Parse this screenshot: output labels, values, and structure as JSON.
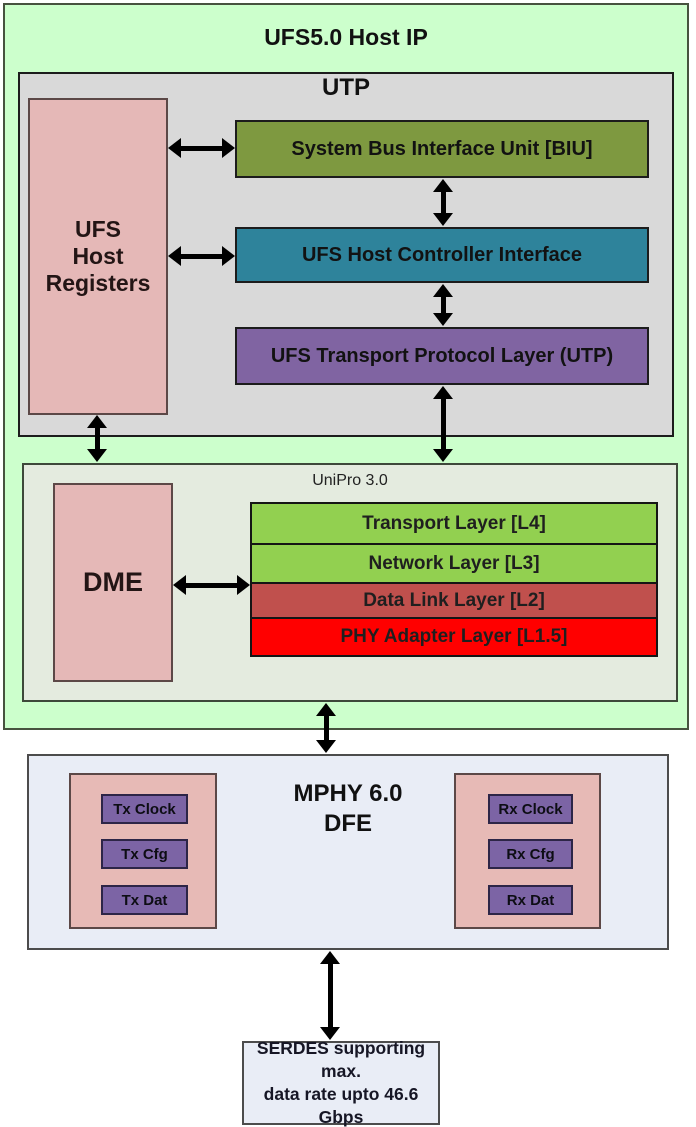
{
  "diagram": {
    "host": {
      "title": "UFS5.0 Host IP",
      "utp": {
        "title": "UTP",
        "registers": {
          "line1": "UFS",
          "line2": "Host",
          "line3": "Registers"
        },
        "biu": "System Bus Interface Unit [BIU]",
        "uhci": "UFS Host Controller Interface",
        "utp_layer": "UFS Transport Protocol Layer (UTP)"
      },
      "unipro": {
        "title": "UniPro 3.0",
        "dme": "DME",
        "layers": {
          "l4": {
            "label": "Transport Layer [L4]",
            "color": "#92d050"
          },
          "l3": {
            "label": "Network Layer [L3]",
            "color": "#92d050"
          },
          "l2": {
            "label": "Data Link Layer [L2]",
            "color": "#c0504d"
          },
          "l15": {
            "label": "PHY Adapter Layer [L1.5]",
            "color": "#ff0000"
          }
        }
      }
    },
    "mphy": {
      "title_line1": "MPHY 6.0",
      "title_line2": "DFE",
      "tx": {
        "clock": "Tx Clock",
        "cfg": "Tx Cfg",
        "dat": "Tx Dat"
      },
      "rx": {
        "clock": "Rx Clock",
        "cfg": "Rx Cfg",
        "dat": "Rx Dat"
      }
    },
    "serdes": {
      "line1": "SERDES supporting max.",
      "line2": "data rate upto 46.6 Gbps"
    }
  },
  "colors": {
    "host_bg": "#ccffcc",
    "utp_bg": "#d9d9d9",
    "registers_bg": "#e5b8b7",
    "biu_bg": "#7e9940",
    "uhci_bg": "#2e839b",
    "utp_layer_bg": "#8064a2",
    "unipro_bg": "#e4ebdf",
    "dme_bg": "#e5b8b7",
    "mphy_bg": "#e9edf6",
    "lane_group_bg": "#e7bab6",
    "lane_block_bg": "#7c64a5",
    "serdes_bg": "#e9edf6",
    "arrow": "#000000"
  }
}
